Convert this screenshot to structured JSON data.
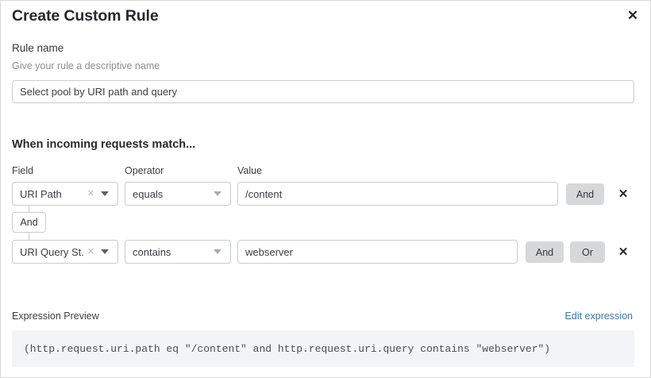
{
  "dialog": {
    "title": "Create Custom Rule",
    "close_icon": "close-icon"
  },
  "rule_name": {
    "label": "Rule name",
    "help": "Give your rule a descriptive name",
    "value": "Select pool by URI path and query",
    "placeholder": "Select pool by URI path and query"
  },
  "conditions": {
    "heading": "When incoming requests match...",
    "columns": {
      "field": "Field",
      "operator": "Operator",
      "value": "Value"
    },
    "connector": {
      "label": "And"
    },
    "rows": [
      {
        "field": "URI Path",
        "clear_icon": "clear-icon",
        "caret_icon": "chevron-down-icon",
        "operator": "equals",
        "value": "/content",
        "value_placeholder": "",
        "and_label": "And",
        "delete_icon": "close-icon"
      },
      {
        "field": "URI Query St...",
        "clear_icon": "clear-icon",
        "caret_icon": "chevron-down-icon",
        "operator": "contains",
        "value": "webserver",
        "value_placeholder": "",
        "and_label": "And",
        "or_label": "Or",
        "delete_icon": "close-icon"
      }
    ]
  },
  "expression_preview": {
    "label": "Expression Preview",
    "edit_link": "Edit expression",
    "code": "(http.request.uri.path eq \"/content\" and http.request.uri.query contains \"webserver\")"
  },
  "colors": {
    "link": "#3b7aa8",
    "button_gray": "#d6d8da",
    "border": "#c9ccd0",
    "preview_bg": "#f3f4f5",
    "text_dark": "#25292e",
    "text_muted": "#8a8f94"
  }
}
